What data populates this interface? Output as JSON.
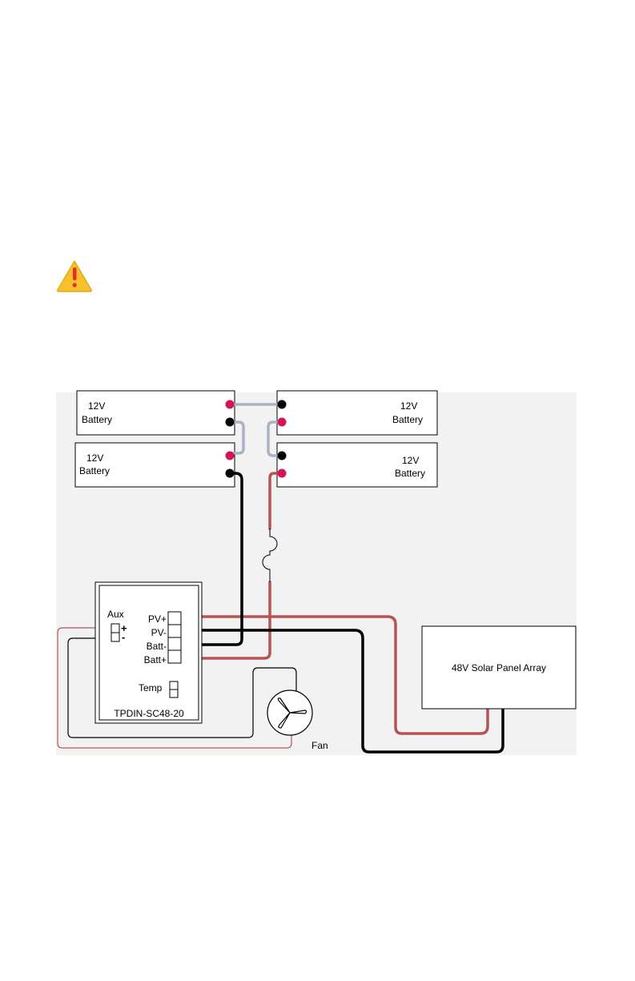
{
  "warning_icon": {
    "name": "warning-triangle-icon",
    "fill": "#f7c12b",
    "mark_color": "#e0312e"
  },
  "batteries": [
    {
      "voltage": "12V",
      "label": "Battery"
    },
    {
      "voltage": "12V",
      "label": "Battery"
    },
    {
      "voltage": "12V",
      "label": "Battery"
    },
    {
      "voltage": "12V",
      "label": "Battery"
    }
  ],
  "controller": {
    "model": "TPDIN-SC48-20",
    "aux_label": "Aux",
    "aux_plus": "+",
    "aux_minus": "-",
    "terminals": [
      "PV+",
      "PV-",
      "Batt-",
      "Batt+"
    ],
    "temp_label": "Temp"
  },
  "solar_panel": {
    "label": "48V Solar Panel Array"
  },
  "fan": {
    "label": "Fan"
  },
  "colors": {
    "positive_wire": "#b65454",
    "negative_wire": "#000000",
    "jumper_wire": "#a9b3c2",
    "positive_terminal": "#d4145a",
    "negative_terminal": "#000000",
    "panel_background": "#f2f2f2"
  }
}
